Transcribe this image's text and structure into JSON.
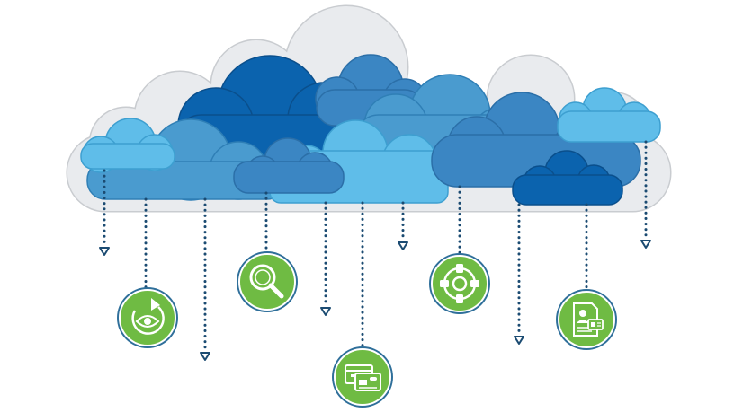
{
  "palette": {
    "background": "#ffffff",
    "cloud_outline_gray": "#c9ccd0",
    "cloud_fill_gray": "#e9ebee",
    "cloud_dark_blue": "#0b63ae",
    "cloud_mid_blue": "#3b86c3",
    "cloud_steel_blue": "#4a9bcf",
    "cloud_light_blue": "#5fbde9",
    "connector_navy": "#1b4b72",
    "icon_badge_green": "#6fbb43",
    "icon_badge_ring": "#2f6f9a",
    "icon_glyph_white": "#ffffff"
  },
  "diagram": {
    "clouds": [
      {
        "name": "back-gray-cloud",
        "tone": "gray"
      },
      {
        "name": "dark-blue-cloud",
        "tone": "dark"
      },
      {
        "name": "mid-blue-cloud-top",
        "tone": "mid"
      },
      {
        "name": "steel-blue-cloud-left",
        "tone": "steel"
      },
      {
        "name": "light-blue-cloud-left",
        "tone": "light"
      },
      {
        "name": "light-blue-cloud-center",
        "tone": "light"
      },
      {
        "name": "steel-blue-cloud-center",
        "tone": "steel"
      },
      {
        "name": "mid-blue-cloud-small",
        "tone": "mid"
      },
      {
        "name": "mid-blue-cloud-right",
        "tone": "mid"
      },
      {
        "name": "light-blue-cloud-right",
        "tone": "light"
      },
      {
        "name": "dark-blue-cloud-right",
        "tone": "dark"
      }
    ],
    "connectors": [
      {
        "name": "connector-1",
        "end": "arrow"
      },
      {
        "name": "connector-2",
        "end": "icon",
        "icon": "eye-refresh-icon"
      },
      {
        "name": "connector-3",
        "end": "arrow"
      },
      {
        "name": "connector-4",
        "end": "icon",
        "icon": "magnifier-icon"
      },
      {
        "name": "connector-5",
        "end": "arrow"
      },
      {
        "name": "connector-6",
        "end": "icon",
        "icon": "payment-card-icon"
      },
      {
        "name": "connector-7",
        "end": "arrow"
      },
      {
        "name": "connector-8",
        "end": "icon",
        "icon": "network-hub-icon"
      },
      {
        "name": "connector-9",
        "end": "arrow"
      },
      {
        "name": "connector-10",
        "end": "icon",
        "icon": "id-document-icon"
      },
      {
        "name": "connector-11",
        "end": "arrow"
      }
    ]
  }
}
